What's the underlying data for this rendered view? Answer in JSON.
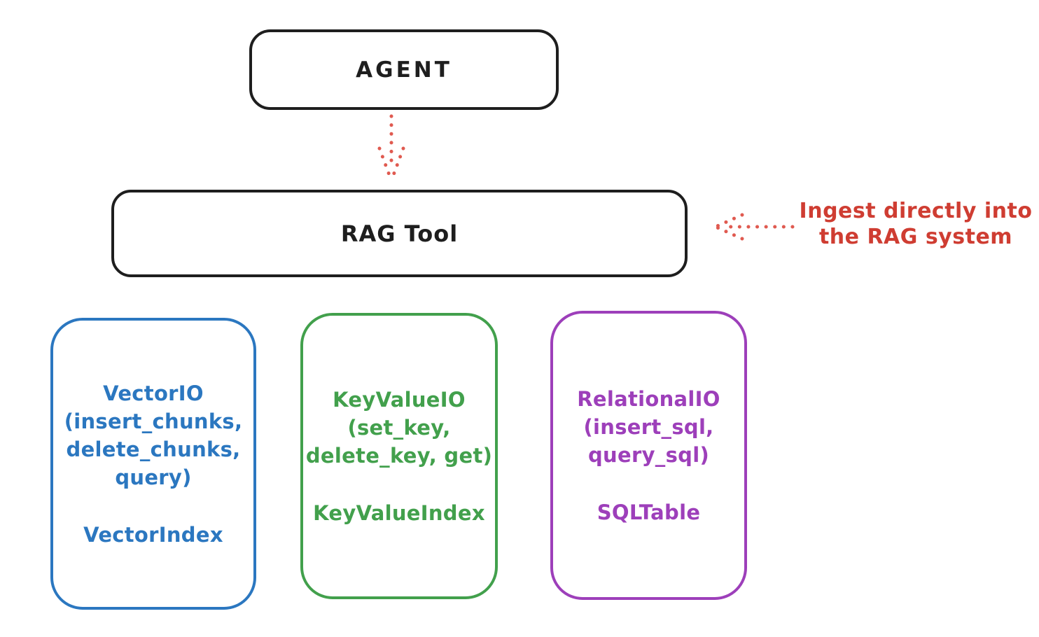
{
  "diagram": {
    "colors": {
      "stroke": "#1e1e1e",
      "red_text": "#cf3d32",
      "red_arrow": "#e05a50",
      "blue": "#2b77c0",
      "green": "#42a04c",
      "purple": "#9d3fba"
    },
    "agent": {
      "label": "AGENT"
    },
    "rag_tool": {
      "label": "RAG Tool"
    },
    "annotation": {
      "text": "Ingest directly into\nthe RAG system"
    },
    "io_boxes": [
      {
        "id": "vector-io",
        "color": "#2b77c0",
        "methods": "VectorIO\n(insert_chunks,\ndelete_chunks,\nquery)",
        "index": "VectorIndex"
      },
      {
        "id": "keyvalue-io",
        "color": "#42a04c",
        "methods": "KeyValueIO\n(set_key,\ndelete_key, get)",
        "index": "KeyValueIndex"
      },
      {
        "id": "relational-io",
        "color": "#9d3fba",
        "methods": "RelationalIO\n(insert_sql,\nquery_sql)",
        "index": "SQLTable"
      }
    ]
  }
}
